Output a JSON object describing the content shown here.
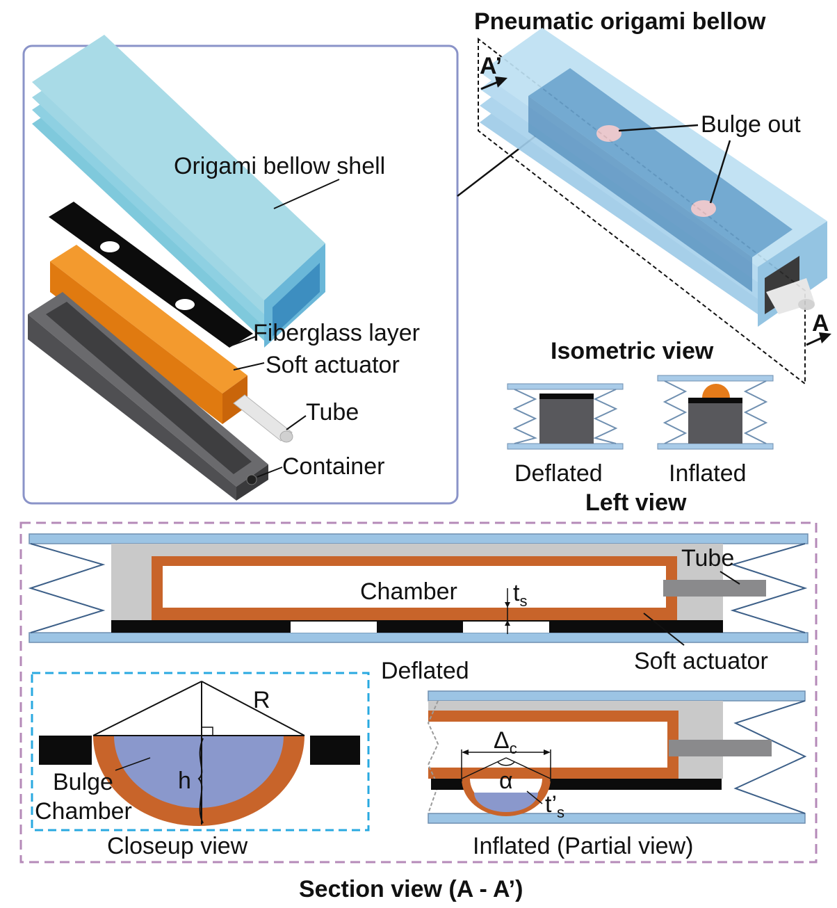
{
  "title": "Pneumatic origami bellow",
  "exploded": {
    "shell_label": "Origami bellow shell",
    "fiberglass_label": "Fiberglass layer",
    "actuator_label": "Soft actuator",
    "tube_label": "Tube",
    "container_label": "Container"
  },
  "isometric": {
    "caption": "Isometric view",
    "bulge_label": "Bulge out",
    "section_a_prime": "A’",
    "section_a": "A"
  },
  "left_view": {
    "caption": "Left view",
    "deflated": "Deflated",
    "inflated": "Inflated"
  },
  "section": {
    "caption": "Section view (A - A’)",
    "chamber_label": "Chamber",
    "ts_symbol": "t",
    "ts_sub": "s",
    "tube_label": "Tube",
    "actuator_label": "Soft actuator",
    "deflated_label": "Deflated"
  },
  "closeup": {
    "caption": "Closeup view",
    "r_label": "R",
    "h_label": "h",
    "bulge_line1": "Bulge",
    "bulge_line2": "Chamber"
  },
  "inflated_partial": {
    "caption": "Inflated (Partial view)",
    "delta_symbol": "Δ",
    "delta_sub": "c",
    "alpha": "α",
    "ts_prime_symbol": "t’",
    "ts_prime_sub": "s"
  },
  "colors": {
    "shell": "#9fd6e4",
    "shell_dark": "#6ab7d8",
    "actuator": "#f08a1c",
    "actuator_wall": "#c8642a",
    "container": "#555558",
    "frame_exploded": "#8a93c8",
    "frame_section": "#b58ab8",
    "frame_closeup": "#29a9e0",
    "bulge_fill": "#8a98cc"
  }
}
